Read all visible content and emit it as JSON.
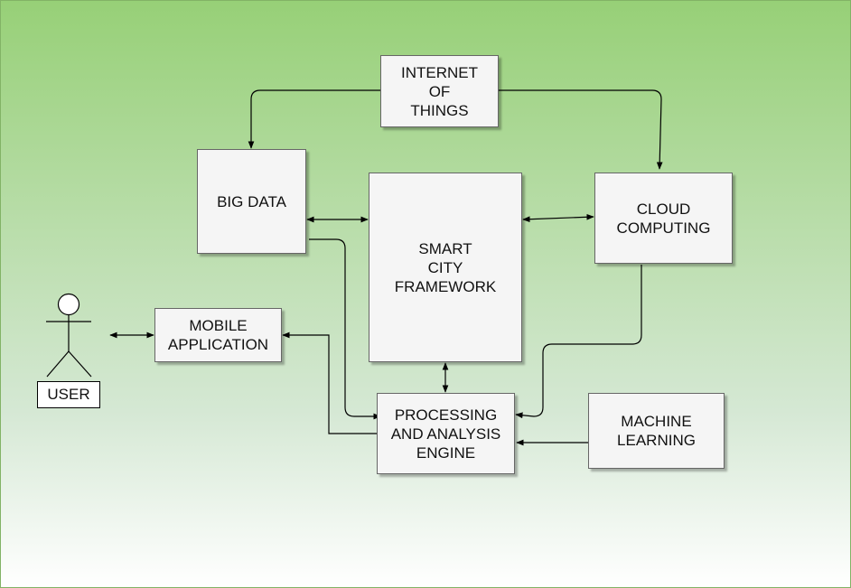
{
  "diagram": {
    "nodes": {
      "iot": "INTERNET\nOF\nTHINGS",
      "big_data": "BIG DATA",
      "smart_city": "SMART\nCITY\nFRAMEWORK",
      "cloud": "CLOUD\nCOMPUTING",
      "mobile": "MOBILE\nAPPLICATION",
      "processing": "PROCESSING\nAND ANALYSIS\nENGINE",
      "ml": "MACHINE\nLEARNING",
      "user": "USER"
    },
    "edges": [
      {
        "from": "INTERNET OF THINGS",
        "to": "BIG DATA",
        "direction": "forward"
      },
      {
        "from": "INTERNET OF THINGS",
        "to": "CLOUD COMPUTING",
        "direction": "forward"
      },
      {
        "from": "BIG DATA",
        "to": "SMART CITY FRAMEWORK",
        "direction": "both"
      },
      {
        "from": "SMART CITY FRAMEWORK",
        "to": "CLOUD COMPUTING",
        "direction": "both"
      },
      {
        "from": "SMART CITY FRAMEWORK",
        "to": "PROCESSING AND ANALYSIS ENGINE",
        "direction": "both"
      },
      {
        "from": "BIG DATA",
        "to": "PROCESSING AND ANALYSIS ENGINE",
        "direction": "forward"
      },
      {
        "from": "CLOUD COMPUTING",
        "to": "PROCESSING AND ANALYSIS ENGINE",
        "direction": "forward"
      },
      {
        "from": "MACHINE LEARNING",
        "to": "PROCESSING AND ANALYSIS ENGINE",
        "direction": "forward"
      },
      {
        "from": "PROCESSING AND ANALYSIS ENGINE",
        "to": "MOBILE APPLICATION",
        "direction": "forward"
      },
      {
        "from": "USER",
        "to": "MOBILE APPLICATION",
        "direction": "both"
      }
    ]
  }
}
